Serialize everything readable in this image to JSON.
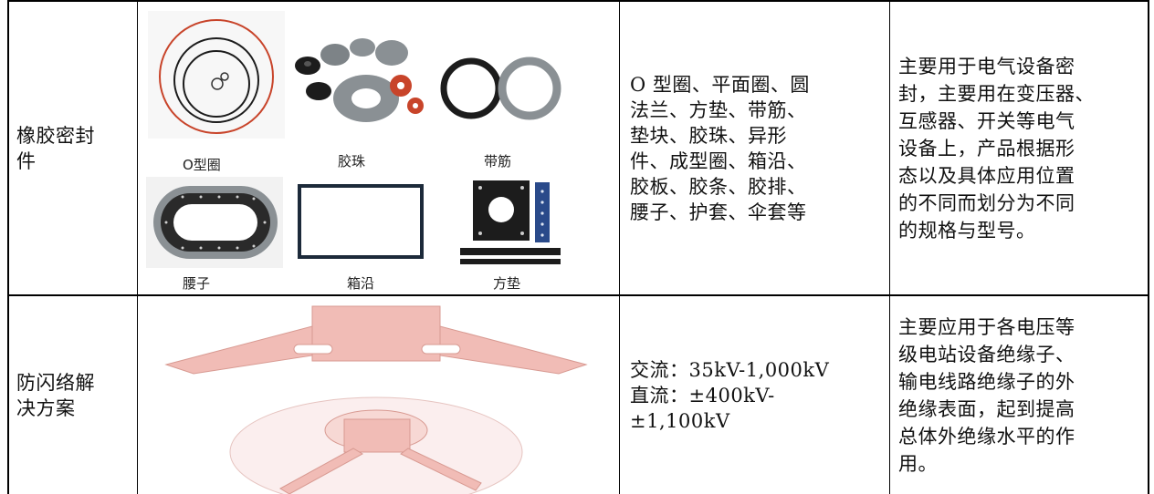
{
  "rows": [
    {
      "name": "橡胶密封件",
      "name_lines": [
        "橡胶密封",
        "件"
      ],
      "image_captions": [
        "O型圈",
        "胶珠",
        "带筋",
        "腰子",
        "箱沿",
        "方垫"
      ],
      "products_lines": [
        "O 型圈、平面圈、圆",
        "法兰、方垫、带筋、",
        "垫块、胶珠、异形",
        "件、成型圈、箱沿、",
        "胶板、胶条、胶排、",
        "腰子、护套、伞套等"
      ],
      "description_lines": [
        "主要用于电气设备密",
        "封，主要用在变压器、",
        "互感器、开关等电气",
        "设备上，产品根据形",
        "态以及具体应用位置",
        "的不同而划分为不同",
        "的规格与型号。"
      ]
    },
    {
      "name": "防闪络解决方案",
      "name_lines": [
        "防闪络解",
        "决方案"
      ],
      "products_lines": [
        "交流：35kV-1,000kV",
        "直流：±400kV-",
        "±1,100kV"
      ],
      "description_lines": [
        "主要应用于各电压等",
        "级电站设备绝缘子、",
        "输电线路绝缘子的外",
        "绝缘表面，起到提高",
        "总体外绝缘水平的作",
        "用。"
      ]
    }
  ],
  "colors": {
    "rubber_black": "#1c1c1c",
    "rubber_grey": "#8a9094",
    "rubber_red": "#c8442a",
    "shed_pink": "#f1bcb6"
  }
}
